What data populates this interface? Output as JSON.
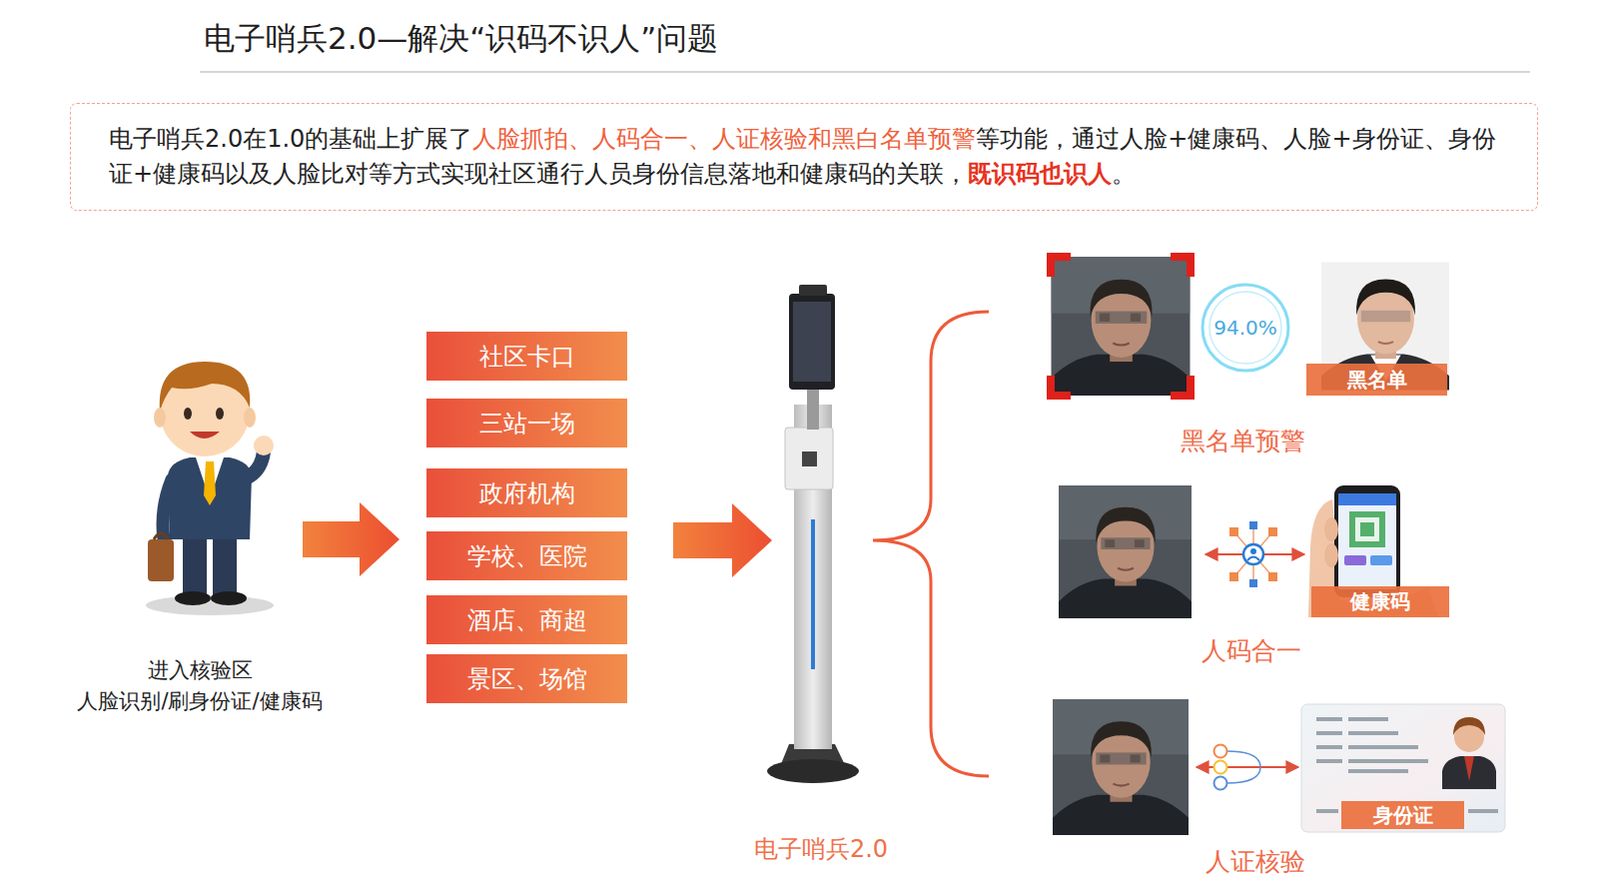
{
  "diagram": {
    "title": "电子哨兵2.0—解决“识码不识人”问题",
    "nodes": [
      {
        "text": [
          "电子哨兵2.0在1.0的基础上扩展了",
          "人脸抓拍、人码合一、人证核验和黑白名单预警",
          "等功能，通过人脸+健康码、人脸+身份证、身份证+健康码以及人脸比对等方式实现社区通行人员身份信息落地和健康码的关联，",
          "既识码也识人",
          "。"
        ]
      },
      {
        "text": [
          "社区卡口"
        ]
      },
      {
        "text": [
          "三站一场"
        ]
      },
      {
        "text": [
          "政府机构"
        ]
      },
      {
        "text": [
          "学校、医院"
        ]
      },
      {
        "text": [
          "酒店、商超"
        ]
      },
      {
        "text": [
          "景区、场馆"
        ]
      },
      {
        "text": [
          "94.0%"
        ]
      },
      {
        "text": [
          "黑名单"
        ]
      },
      {
        "text": [
          "健康码"
        ]
      },
      {
        "text": [
          "身份证"
        ]
      }
    ],
    "labels": [
      "进入核验区",
      "人脸识别/刷身份证/健康码",
      "电子哨兵2.0",
      "黑名单预警",
      "人码合一",
      "人证核验"
    ]
  }
}
